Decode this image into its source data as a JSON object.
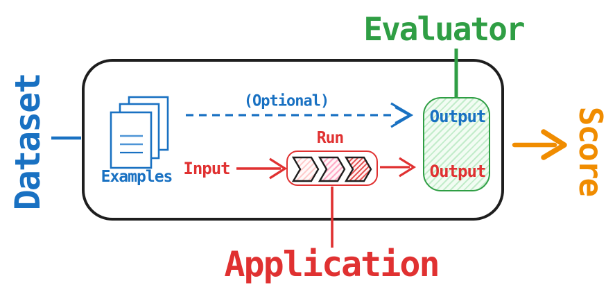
{
  "colors": {
    "blue": "#1971c2",
    "green": "#2f9e44",
    "red": "#e03131",
    "orange": "#f08c00",
    "ink": "#1e1e1e",
    "background": "#ffffff"
  },
  "nodes": {
    "dataset": {
      "label": "Dataset"
    },
    "evaluator": {
      "label": "Evaluator"
    },
    "score": {
      "label": "Score"
    },
    "application": {
      "label": "Application"
    },
    "examples": {
      "label": "Examples"
    },
    "optional": {
      "label": "(Optional)"
    },
    "input": {
      "label": "Input"
    },
    "run": {
      "label": "Run"
    },
    "evaluator_output": {
      "label": "Output"
    },
    "app_output": {
      "label": "Output"
    }
  }
}
